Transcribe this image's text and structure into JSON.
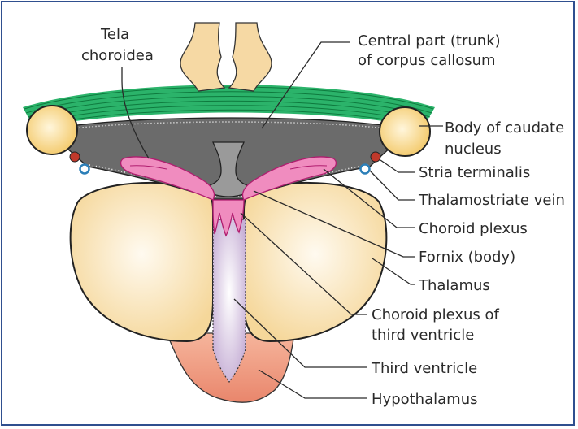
{
  "labels": {
    "tela_line1": "Tela",
    "tela_line2": "choroidea",
    "central_line1": "Central part (trunk)",
    "central_line2": "of corpus callosum",
    "caudate_line1": "Body of caudate",
    "caudate_line2": "nucleus",
    "stria": "Stria terminalis",
    "thalamostriate": "Thalamostriate vein",
    "choroid_plexus": "Choroid plexus",
    "fornix": "Fornix (body)",
    "thalamus": "Thalamus",
    "cp3v_line1": "Choroid plexus of",
    "cp3v_line2": "third ventricle",
    "third_ventricle": "Third ventricle",
    "hypothalamus": "Hypothalamus"
  },
  "colors": {
    "corpus_callosum": "#1fa55a",
    "caudate": "#f5d58a",
    "thalamus": "#f8dfa8",
    "ventricle_gray": "#6b6b6b",
    "choroid_pink": "#e0529c",
    "third_ventricle": "#dcc8e6",
    "hypothalamus": "#f1a088",
    "stria_red": "#c0392b",
    "vein_blue": "#2c7fb8",
    "frame": "#2f4f8f"
  }
}
